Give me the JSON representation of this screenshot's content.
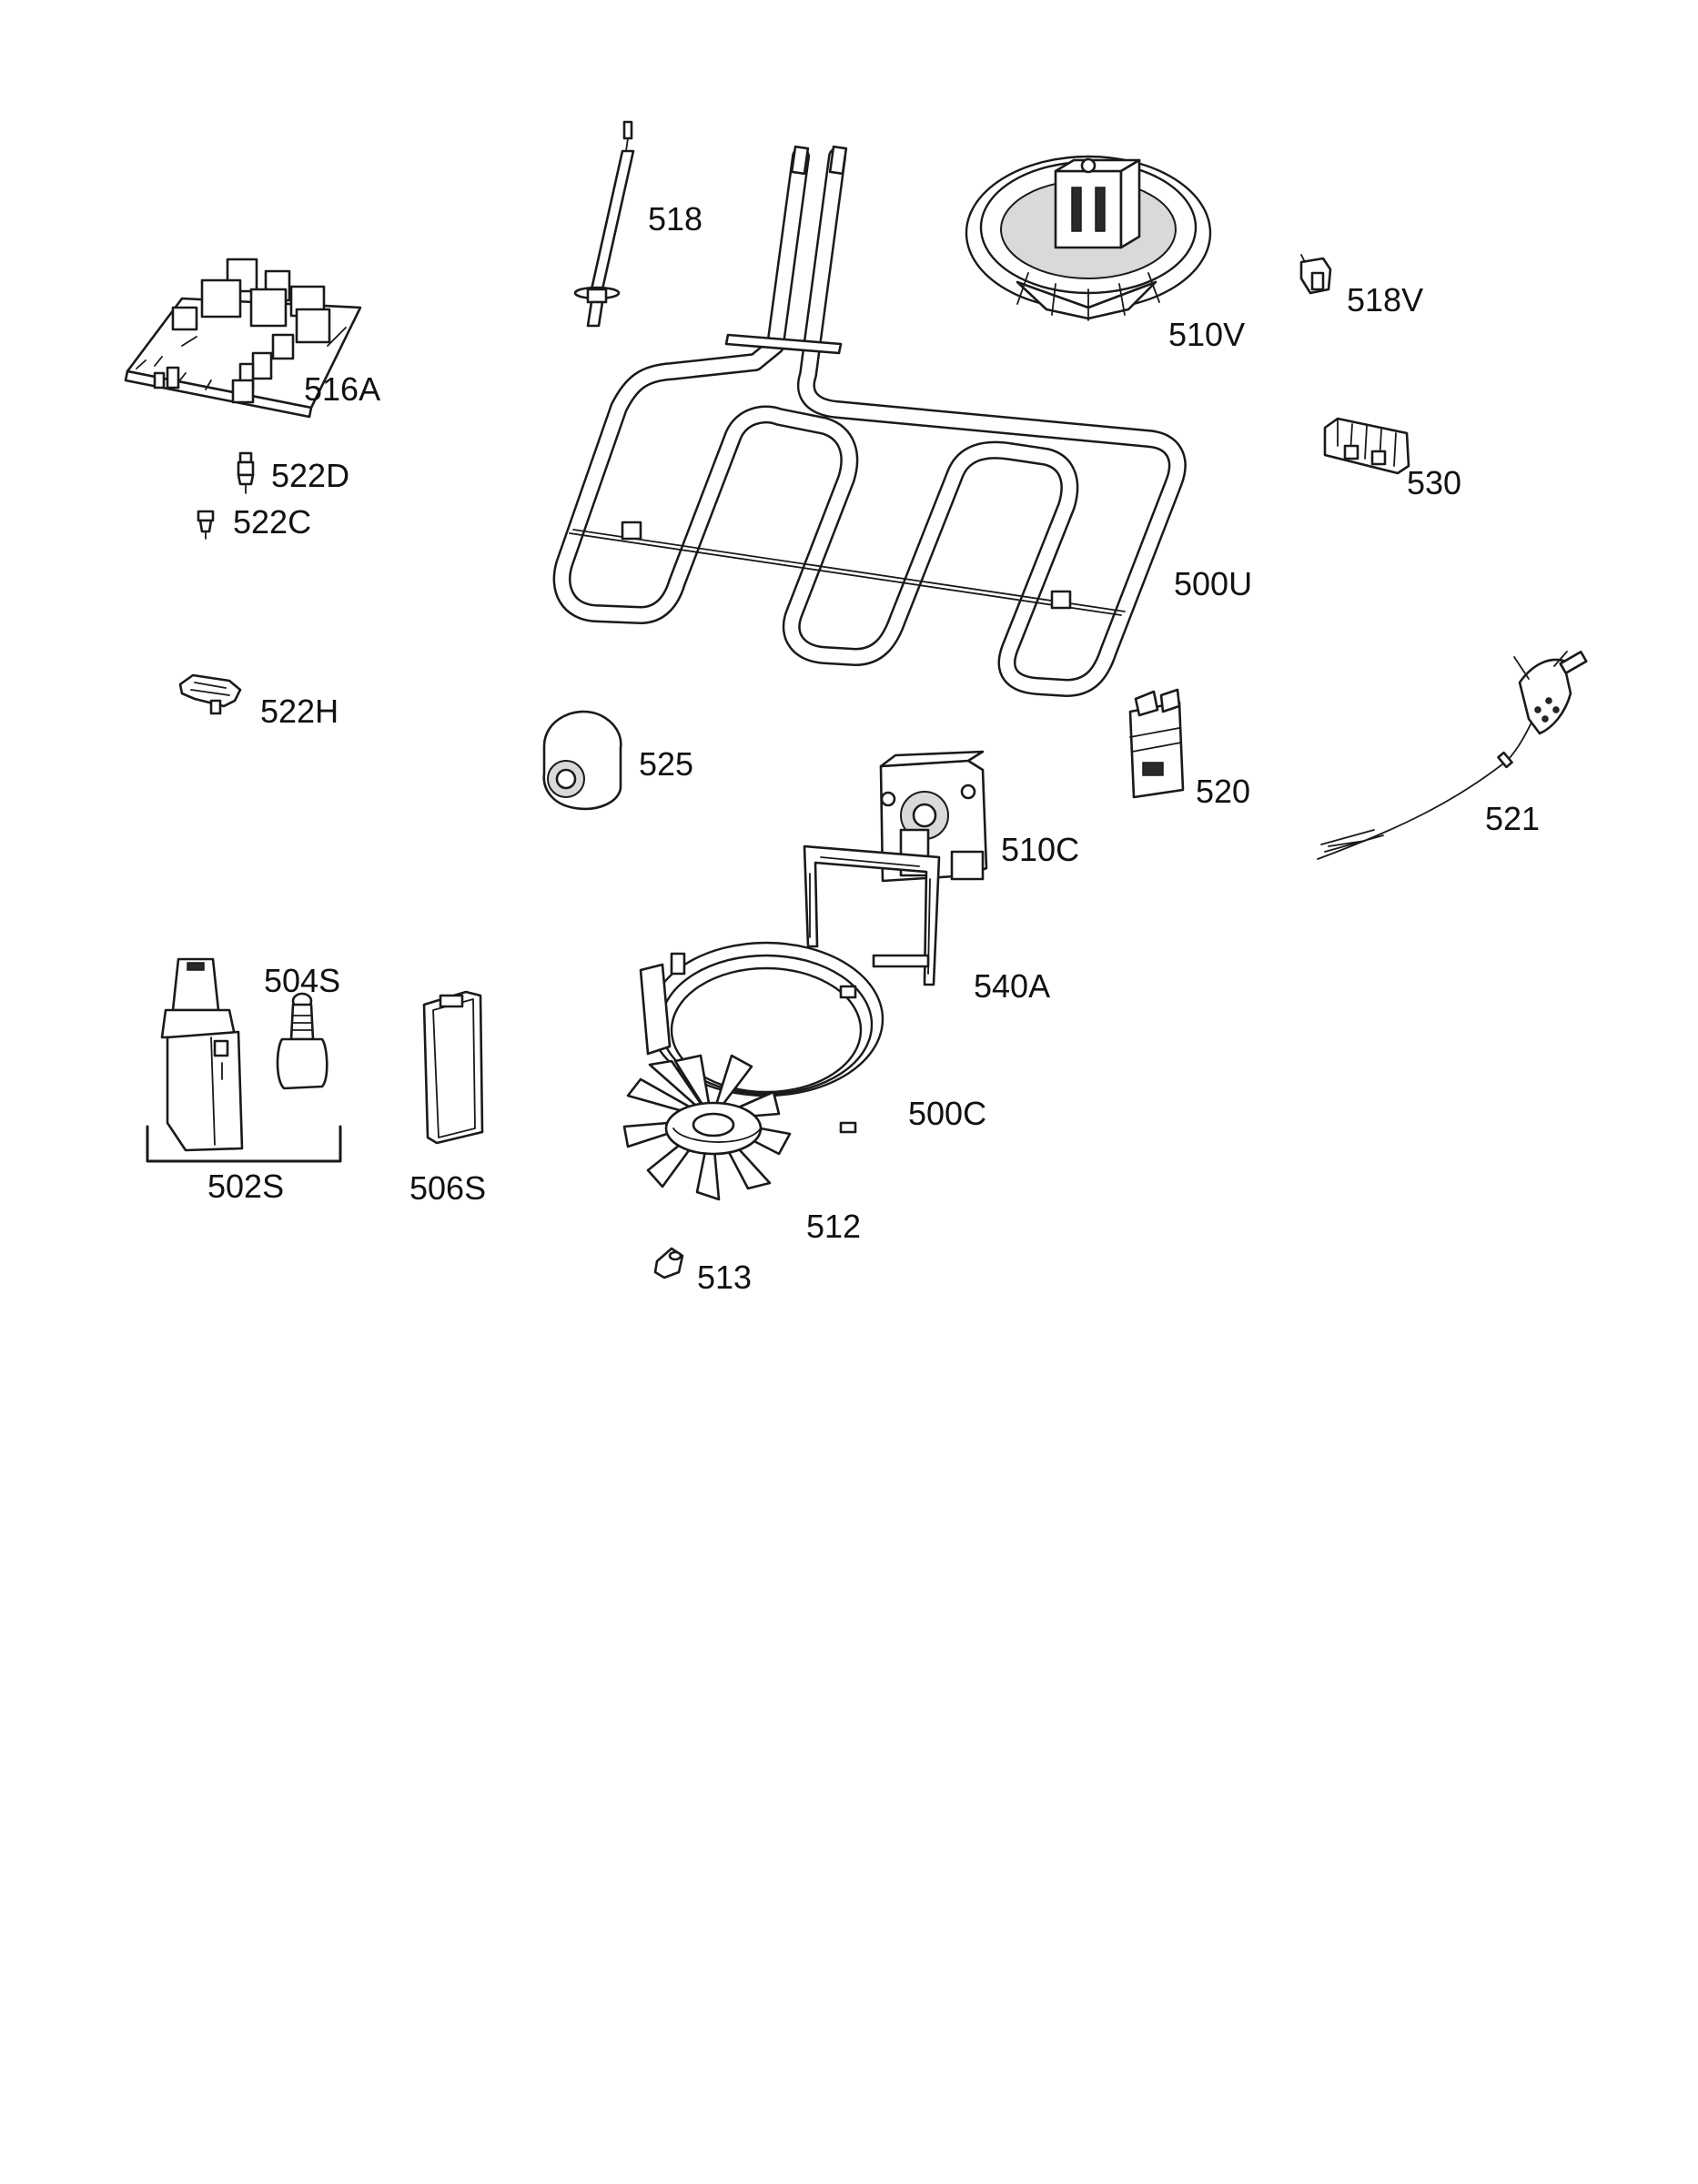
{
  "labels": {
    "p518": "518",
    "p510V": "510V",
    "p518V": "518V",
    "p516A": "516A",
    "p522D": "522D",
    "p522C": "522C",
    "p530": "530",
    "p500U": "500U",
    "p522H": "522H",
    "p525": "525",
    "p520": "520",
    "p521": "521",
    "p510C": "510C",
    "p540A": "540A",
    "p504S": "504S",
    "p502S": "502S",
    "p506S": "506S",
    "p500C": "500C",
    "p512": "512",
    "p513": "513"
  }
}
